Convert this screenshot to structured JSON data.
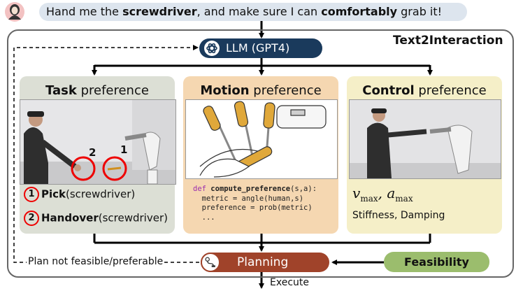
{
  "user_prompt": {
    "part1": "Hand me the ",
    "bold1": "screwdriver",
    "part2": ", and make sure I can ",
    "bold2": "comfortably",
    "part3": " grab it!"
  },
  "frame_title": "Text2Interaction",
  "llm": {
    "label": "LLM (GPT4)",
    "icon": "openai-icon"
  },
  "task_panel": {
    "title_bold": "Task",
    "title_rest": " preference",
    "markers": [
      "2",
      "1"
    ],
    "items": [
      {
        "num": "1",
        "bold": "Pick",
        "rest": "(screwdriver)"
      },
      {
        "num": "2",
        "bold": "Handover",
        "rest": "(screwdriver)"
      }
    ]
  },
  "motion_panel": {
    "title_bold": "Motion",
    "title_rest": " preference",
    "code": {
      "kw": "def",
      "fn": "compute_preference",
      "args": "(s,a):",
      "line2": "  metric = angle(human,s)",
      "line3": "  preference = prob(metric)",
      "line4": "  ..."
    }
  },
  "control_panel": {
    "title_bold": "Control",
    "title_rest": " preference",
    "vmax": "v",
    "vmax_sub": "max",
    "amax": "a",
    "amax_sub": "max",
    "params": "Stiffness, Damping"
  },
  "planning": {
    "label": "Planning",
    "icon": "planning-route-icon"
  },
  "feasibility": {
    "label": "Feasibility"
  },
  "feedback_label": "Plan not feasible/preferable",
  "execute_label": "Execute",
  "colors": {
    "llm": "#1a3a5c",
    "planning": "#a0432a",
    "feasibility": "#9bbd6d",
    "task_bg": "#dcdfd5",
    "motion_bg": "#f5d7b1",
    "control_bg": "#f5efc8",
    "marker": "#e00000"
  }
}
